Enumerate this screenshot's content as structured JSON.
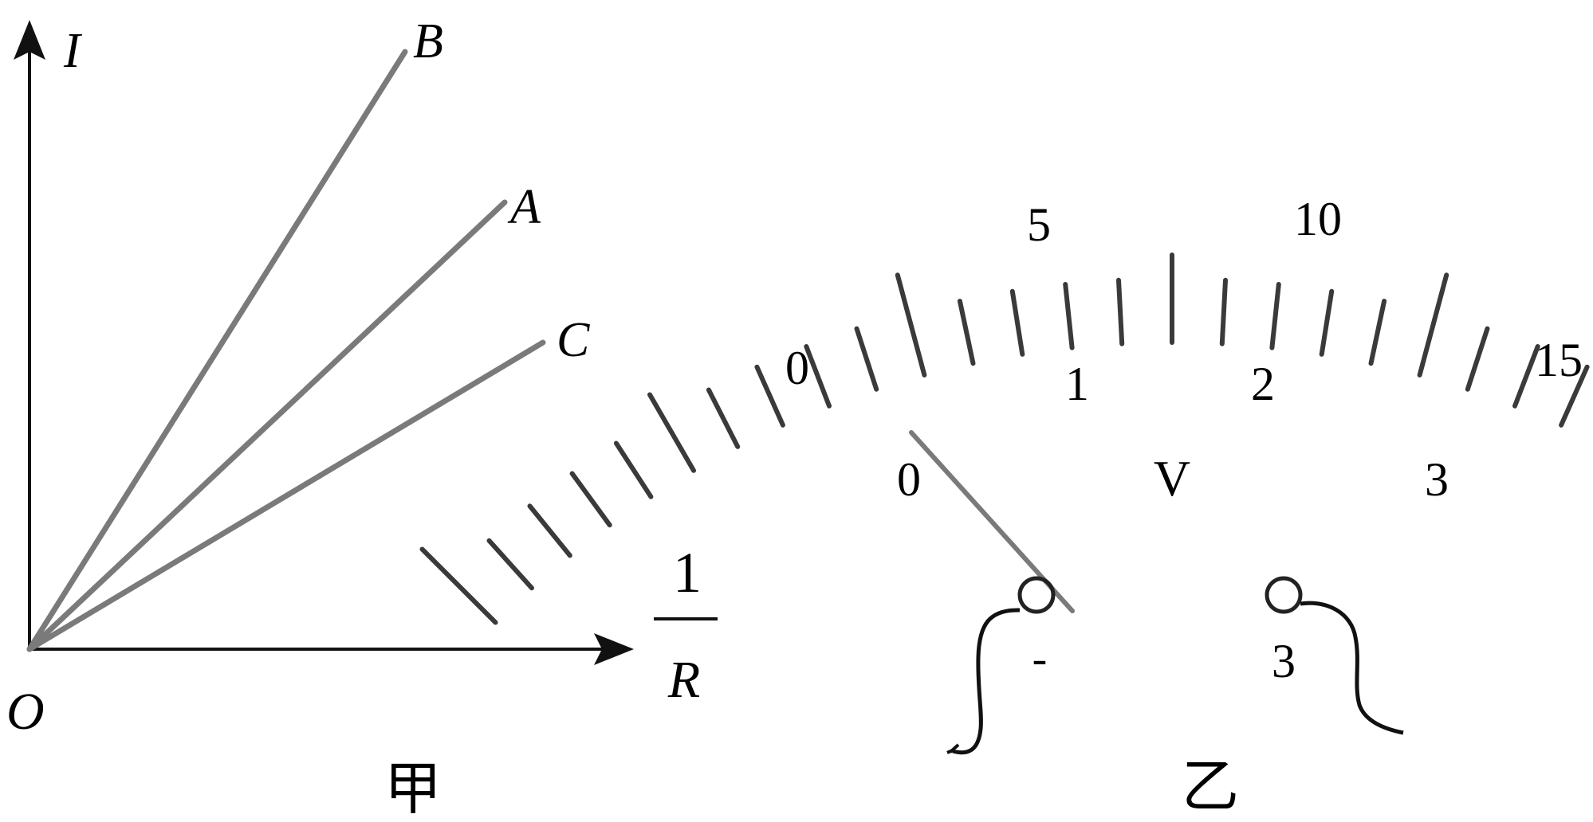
{
  "graph": {
    "y_axis_label": "I",
    "x_axis_numerator": "1",
    "x_axis_denominator": "R",
    "origin_label": "O",
    "lines": [
      {
        "label": "B"
      },
      {
        "label": "A"
      },
      {
        "label": "C"
      }
    ],
    "caption": "甲"
  },
  "meter": {
    "outer_scale_labels": [
      "0",
      "5",
      "10",
      "15"
    ],
    "inner_scale_labels": [
      "0",
      "1",
      "2",
      "3"
    ],
    "unit": "V",
    "terminal_left_label": "-",
    "terminal_right_label": "3",
    "caption": "乙"
  },
  "colors": {
    "axis": "#111111",
    "graph_line": "#7a7a7a",
    "tick": "#3a3a3a",
    "needle": "#7a7a7a"
  }
}
